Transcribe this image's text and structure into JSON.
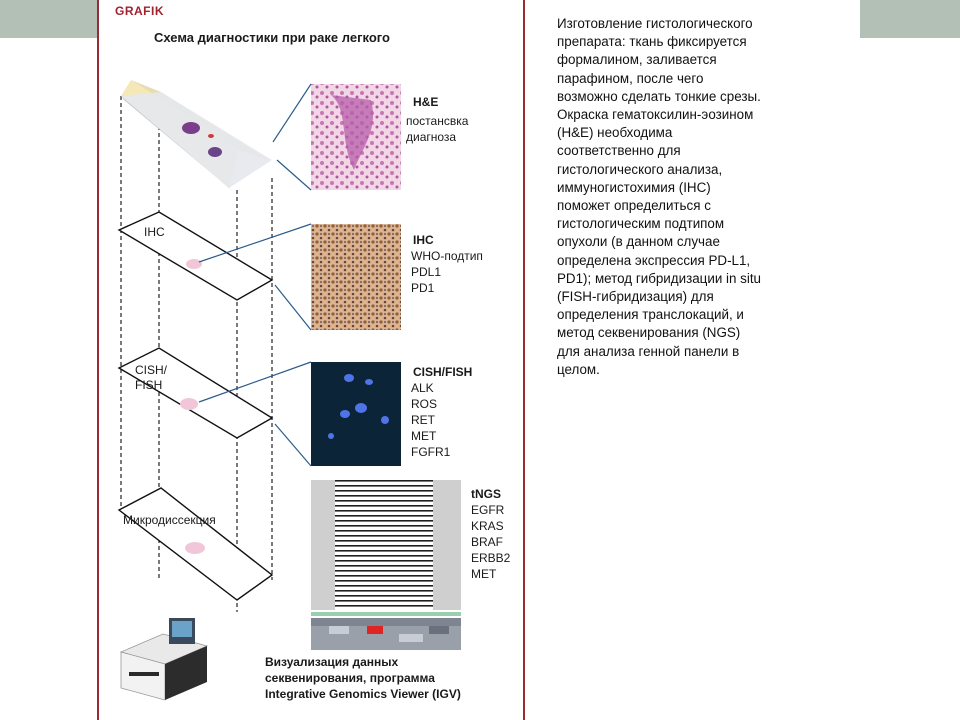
{
  "figure": {
    "badge": "GRAFIK",
    "title": "Схема диагностики при раке легкого",
    "slide_labels": {
      "ihc": "IHC",
      "cish_line1": "CISH/",
      "cish_line2": "FISH",
      "micro": "Микродиссекция"
    },
    "he": {
      "title": "H&E",
      "lines": [
        "постансвка",
        "диагноза"
      ]
    },
    "ihc": {
      "title": "IHC",
      "lines": [
        "WHO-подтип",
        "PDL1",
        "PD1"
      ]
    },
    "fish": {
      "title": "CISH/FISH",
      "lines": [
        "ALK",
        "ROS",
        "RET",
        "MET",
        "FGFR1"
      ]
    },
    "ngs": {
      "title": "tNGS",
      "lines": [
        "EGFR",
        "KRAS",
        "BRAF",
        "ERBB2",
        "MET"
      ]
    },
    "caption": [
      "Визуализация данных",
      "секвенирования, программа",
      "Integrative Genomics Viewer (IGV)"
    ]
  },
  "description": [
    "Изготовление гистологического",
    "препарата: ткань фиксируется",
    "формалином, заливается",
    "парафином, после чего",
    "возможно сделать тонкие срезы.",
    "Окраска гематоксилин-эозином",
    "(H&E) необходима",
    "соответственно для",
    "гистологического анализа,",
    "иммуногистохимия (IHC)",
    "поможет определиться с",
    "гистологическим подтипом",
    "опухоли (в данном случае",
    "определена экспрессия PD-L1,",
    "PD1); метод гибридизации in situ",
    "(FISH-гибридизация) для",
    "определения транслокаций, и",
    "метод секвенирования (NGS)",
    "для анализа генной панели в",
    "целом."
  ],
  "colors": {
    "band": "#b3c0b6",
    "frame": "#9a2a33",
    "badge": "#a0232e",
    "connector": "#2c5c8c"
  }
}
